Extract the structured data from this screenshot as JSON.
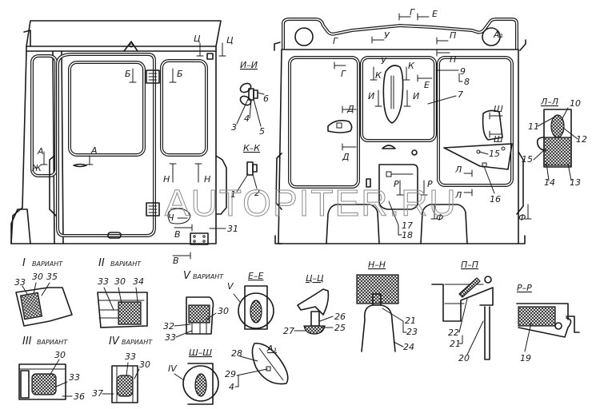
{
  "watermark": "AUTOPITER.RU",
  "section_titles": {
    "ii": "И–И",
    "kk": "К–К",
    "ll": "Л–Л",
    "ee": "Е–Е",
    "tsts": "Ц–Ц",
    "nn": "Н–Н",
    "pp": "П–П",
    "rr": "Р–Р",
    "shsh": "Ш–Ш",
    "a1": "А₁"
  },
  "variants": {
    "v1": {
      "roman": "I",
      "word": "ВАРИАНТ"
    },
    "v2": {
      "roman": "II",
      "word": "ВАРИАНТ"
    },
    "v3": {
      "roman": "III",
      "word": "ВАРИАНТ"
    },
    "v4": {
      "roman": "IV",
      "word": "ВАРИАНТ"
    },
    "v5": {
      "roman": "V",
      "word": "ВАРИАНТ"
    }
  },
  "section_marks": {
    "ts": "Ц",
    "b": "Б",
    "a": "А",
    "zh": "Ж",
    "n": "Н",
    "ch": "Ч",
    "v": "В",
    "g": "Г",
    "e": "Е",
    "u": "У",
    "p": "П",
    "k": "К",
    "i": "И",
    "d": "Д",
    "sh": "Ш",
    "l": "Л",
    "r": "Р",
    "f": "Ф",
    "a1": "А₁",
    "roman4": "IV",
    "roman5": "V"
  },
  "part_numbers": {
    "n1": "1",
    "n2": "2",
    "n3": "3",
    "n4": "4",
    "n5": "5",
    "n6": "6",
    "n7": "7",
    "n8": "8",
    "n9": "9",
    "n10": "10",
    "n11": "11",
    "n12": "12",
    "n13": "13",
    "n14": "14",
    "n15": "15",
    "n16": "16",
    "n17": "17",
    "n18": "18",
    "n19": "19",
    "n20": "20",
    "n21": "21",
    "n22": "22",
    "n23": "23",
    "n24": "24",
    "n25": "25",
    "n26": "26",
    "n27": "27",
    "n28": "28",
    "n29": "29",
    "n30": "30",
    "n31": "31",
    "n32": "32",
    "n33": "33",
    "n34": "34",
    "n35": "35",
    "n36": "36",
    "n37": "37"
  }
}
